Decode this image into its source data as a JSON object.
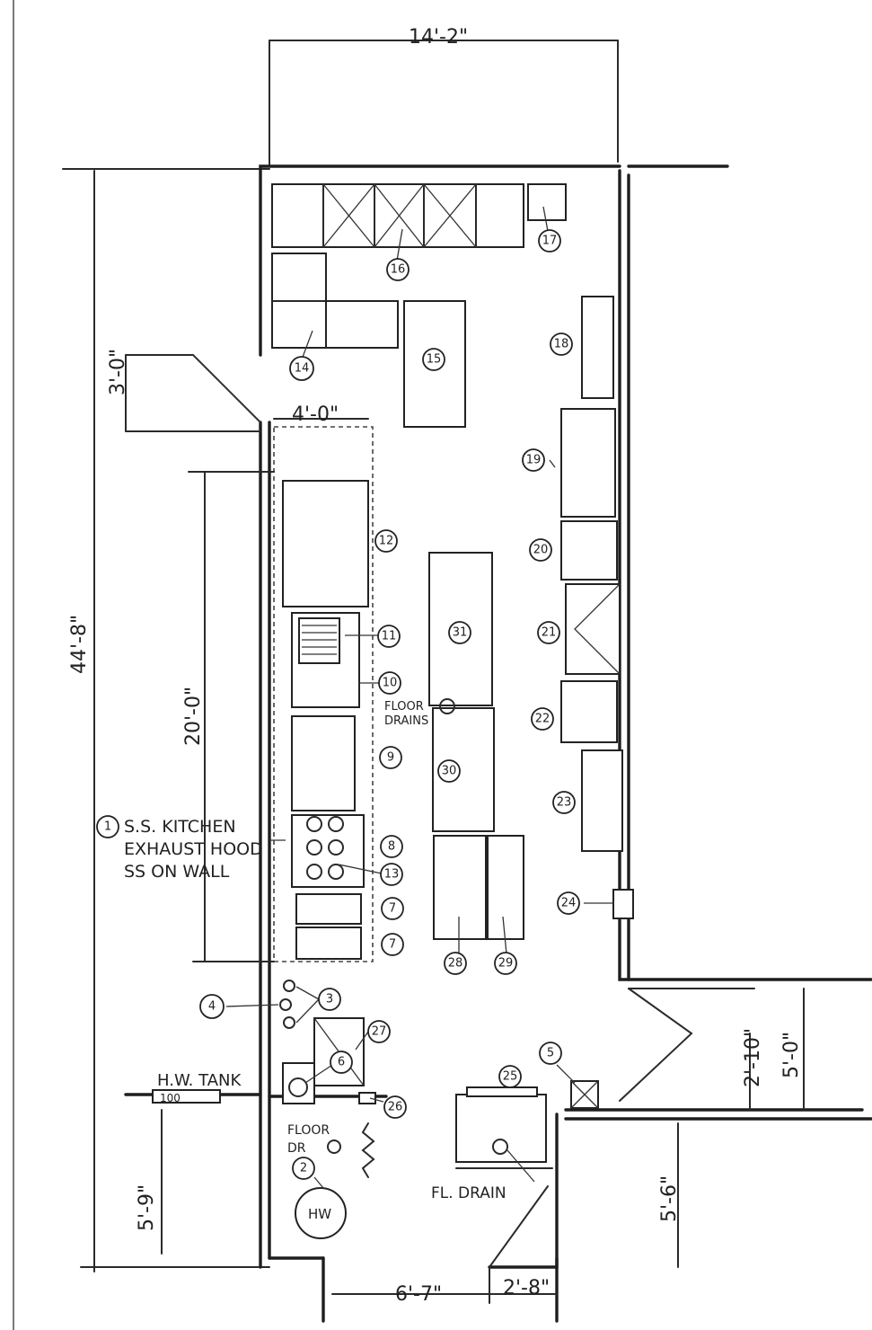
{
  "dimensions": {
    "top_width": "14'-2\"",
    "overall_length": "44'-8\"",
    "door_width": "3'-0\"",
    "hood_width": "4'-0\"",
    "hood_length": "20'-0\"",
    "right_offset_a": "2'-10\"",
    "right_offset_b": "5'-0\"",
    "lower_right": "5'-6\"",
    "lower_left": "5'-9\"",
    "bottom_a": "6'-7\"",
    "bottom_b": "2'-8\""
  },
  "notes": {
    "hood_note": [
      "S.S. KITCHEN",
      "EXHAUST HOOD",
      "SS ON WALL"
    ],
    "hood_note_number": "1",
    "floor_drains": [
      "FLOOR",
      "DRAINS"
    ],
    "hw_tank": "H.W. TANK",
    "hw_tank_size": "100",
    "floor_dr": [
      "FLOOR",
      "DR"
    ],
    "fl_drain": "FL. DRAIN",
    "hw": "HW"
  },
  "tags": [
    "2",
    "4",
    "3",
    "5",
    "6",
    "7",
    "7",
    "8",
    "13",
    "9",
    "10",
    "11",
    "12",
    "14",
    "15",
    "16",
    "17",
    "18",
    "19",
    "20",
    "21",
    "22",
    "23",
    "24",
    "25",
    "26",
    "27",
    "28",
    "29",
    "30",
    "31"
  ]
}
